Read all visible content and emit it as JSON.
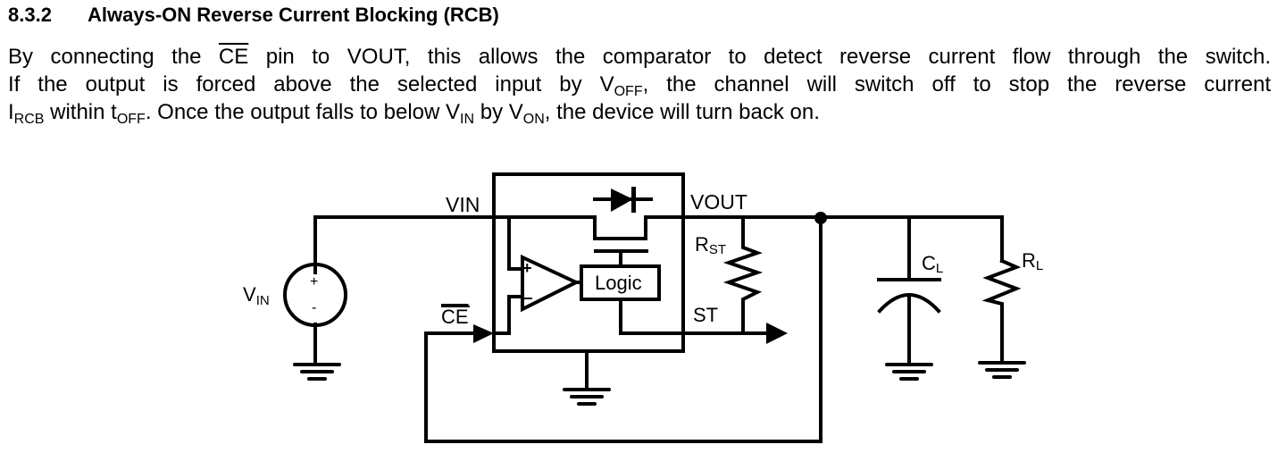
{
  "section": {
    "number": "8.3.2",
    "title": "Always-ON Reverse Current Blocking (RCB)"
  },
  "paragraph": {
    "l1_a": "By connecting the ",
    "l1_ce": "CE",
    "l1_b": " pin to VOUT, this allows the comparator to detect reverse current flow through the switch.",
    "l2_a": "If the output is forced above the selected input by V",
    "l2_sub": "OFF",
    "l2_b": ", the channel will switch off to stop the reverse current",
    "l3_i": "I",
    "l3_isub": "RCB",
    "l3_a": " within t",
    "l3_tsub": "OFF",
    "l3_b": ". Once the output falls to below V",
    "l3_vinsub": "IN",
    "l3_c": " by V",
    "l3_vonsub": "ON",
    "l3_d": ", the device will turn back on."
  },
  "diagram": {
    "labels": {
      "vin_net": "VIN",
      "vout_net": "VOUT",
      "vin_source": "V",
      "vin_source_sub": "IN",
      "plus": "+",
      "minus": "-",
      "ce": "CE",
      "logic": "Logic",
      "rst": "R",
      "rst_sub": "ST",
      "st": "ST",
      "cl": "C",
      "cl_sub": "L",
      "rl": "R",
      "rl_sub": "L",
      "comp_plus": "+",
      "comp_minus": "−"
    }
  }
}
